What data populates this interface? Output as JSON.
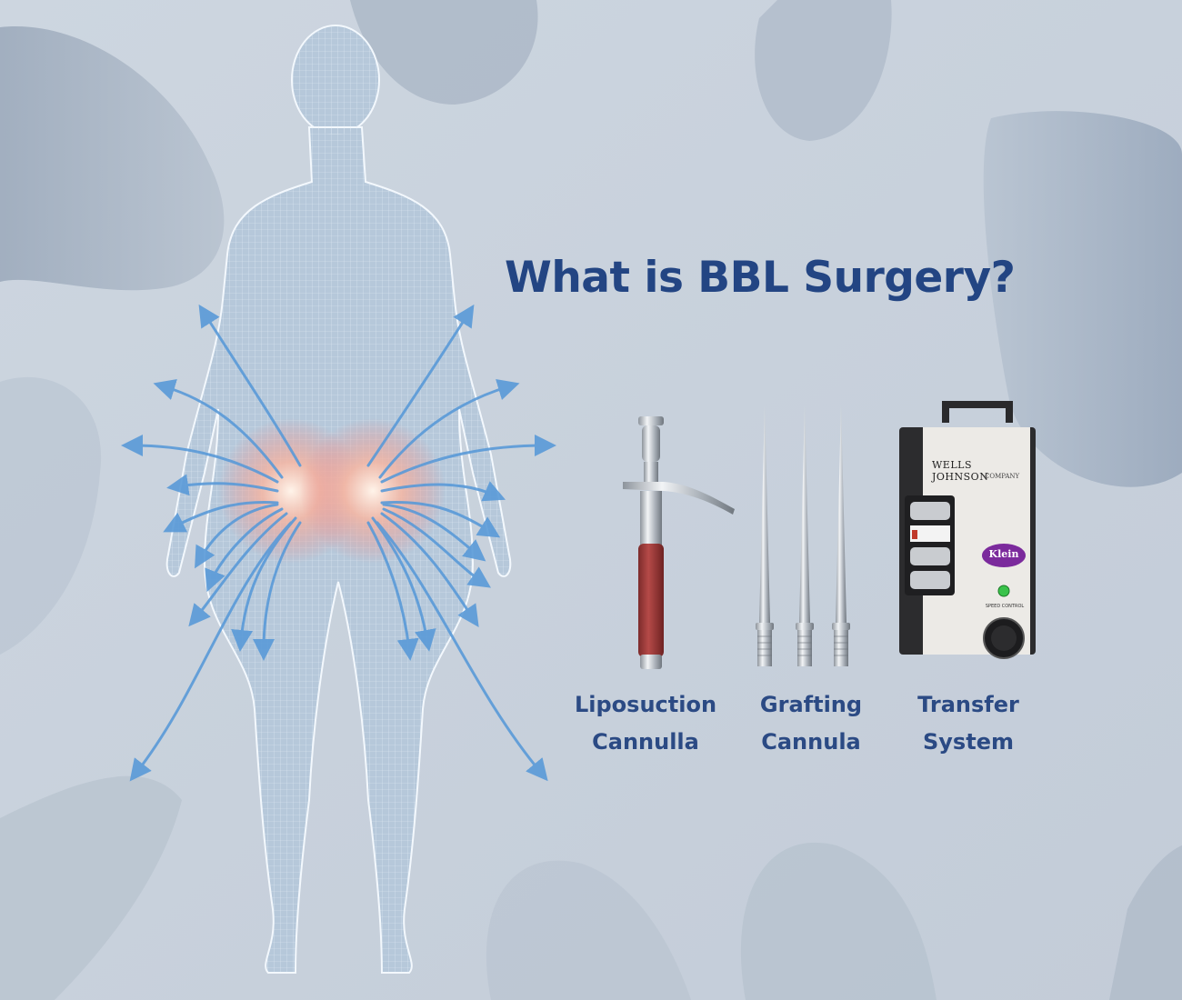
{
  "title": "What is BBL Surgery?",
  "colors": {
    "title": "#234583",
    "label": "#2b4a84",
    "background": "#c9d3de",
    "arrow": "#5a9ad8",
    "glow": "#f4a08c"
  },
  "illustration": {
    "subject": "wireframe human figure, rear view, with fat-transfer arrows radiating from buttocks"
  },
  "instruments": [
    {
      "name_line1": "Liposuction",
      "name_line2": "Cannulla",
      "icon": "liposuction-cannula-icon"
    },
    {
      "name_line1": "Grafting",
      "name_line2": "Cannula",
      "icon": "grafting-cannula-icon"
    },
    {
      "name_line1": "Transfer",
      "name_line2": "System",
      "icon": "transfer-system-icon"
    }
  ],
  "device": {
    "brand_line1": "WELLS JOHNSON",
    "brand_line2": "COMPANY",
    "badge": "Klein",
    "dial_label": "SPEED CONTROL"
  }
}
